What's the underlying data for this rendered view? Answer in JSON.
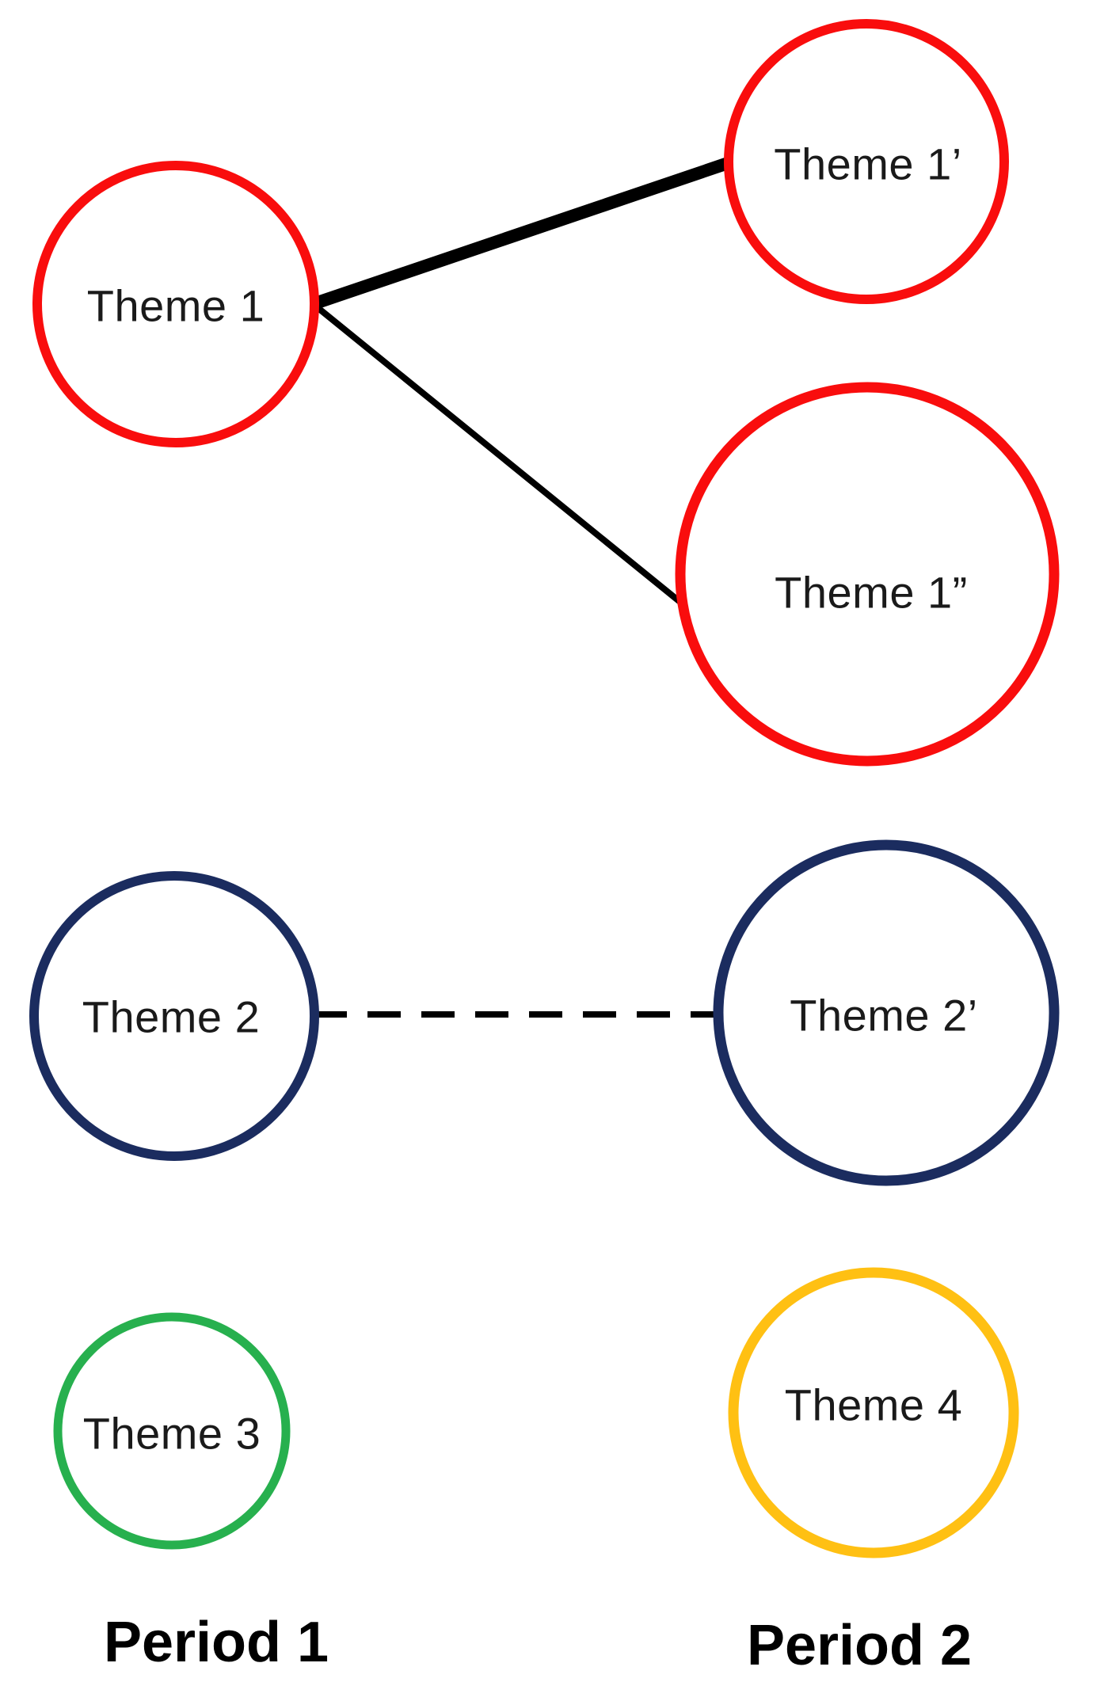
{
  "figure": {
    "description": "Thematic evolution map with theme circles linked across two periods"
  },
  "themes": [
    {
      "id": "theme-1",
      "label": "Theme 1",
      "period": "Period 1",
      "color": "#f90d0d"
    },
    {
      "id": "theme-1-prime",
      "label": "Theme 1’",
      "period": "Period 2",
      "color": "#f90d0d"
    },
    {
      "id": "theme-1-double-prime",
      "label": "Theme 1”",
      "period": "Period 2",
      "color": "#f90d0d"
    },
    {
      "id": "theme-2",
      "label": "Theme 2",
      "period": "Period 1",
      "color": "#1b2c5f"
    },
    {
      "id": "theme-2-prime",
      "label": "Theme 2’",
      "period": "Period 2",
      "color": "#1b2c5f"
    },
    {
      "id": "theme-3",
      "label": "Theme 3",
      "period": "Period 1",
      "color": "#27b04e"
    },
    {
      "id": "theme-4",
      "label": "Theme 4",
      "period": "Period 2",
      "color": "#ffc013"
    }
  ],
  "connections": [
    {
      "from": "Theme 1",
      "to": "Theme 1’",
      "style": "thick-solid"
    },
    {
      "from": "Theme 1",
      "to": "Theme 1”",
      "style": "thin-solid"
    },
    {
      "from": "Theme 2",
      "to": "Theme 2’",
      "style": "dashed"
    }
  ],
  "colors": {
    "connector": "#000000"
  },
  "periods": [
    {
      "label": "Period 1"
    },
    {
      "label": "Period 2"
    }
  ]
}
